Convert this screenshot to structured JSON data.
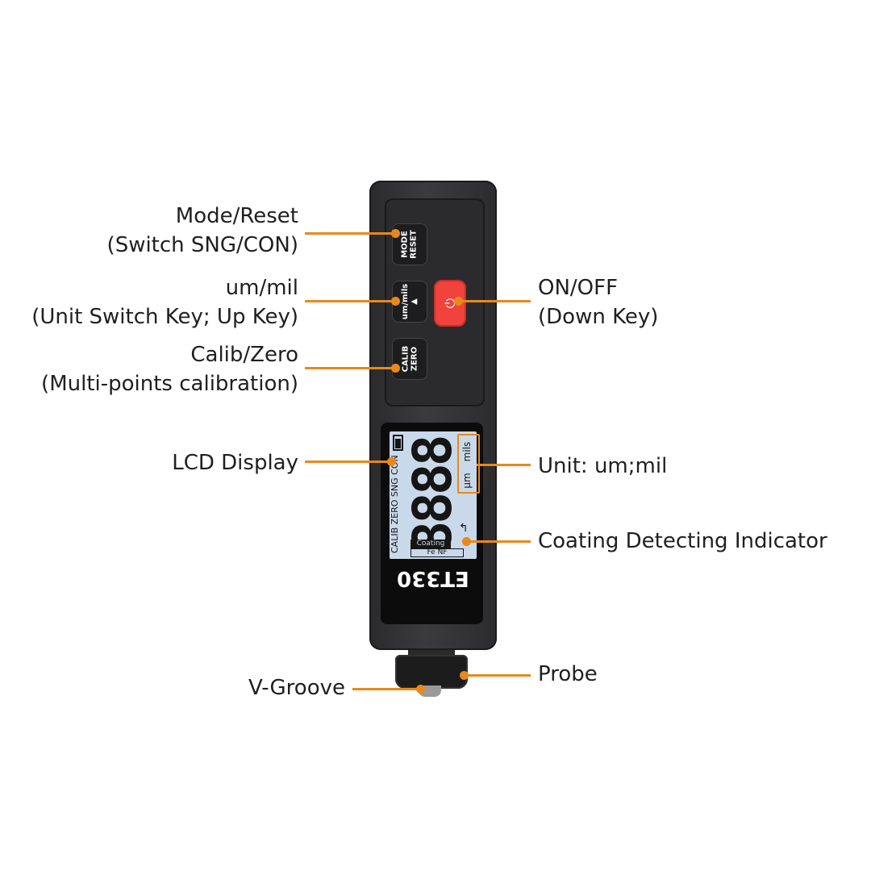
{
  "colors": {
    "accent": "#e8891a",
    "device": "#2f2f31",
    "power_key": "#f0433d",
    "lcd": "#c9d9ea"
  },
  "labels": {
    "mode_reset": {
      "line1": "Mode/Reset",
      "line2": "(Switch SNG/CON)"
    },
    "um_mil": {
      "line1": "um/mil",
      "line2": "(Unit Switch Key; Up Key)"
    },
    "calib_zero": {
      "line1": "Calib/Zero",
      "line2": "(Multi-points calibration)"
    },
    "lcd_display": "LCD Display",
    "on_off": {
      "line1": "ON/OFF",
      "line2": "(Down Key)"
    },
    "unit": "Unit: um;mil",
    "coating_indicator": "Coating Detecting Indicator",
    "v_groove": "V-Groove",
    "probe": "Probe"
  },
  "device": {
    "key_mode": {
      "line1": "MODE",
      "line2": "RESET"
    },
    "key_unit": {
      "line1": "um/mils",
      "line2": "▲"
    },
    "key_calib": {
      "line1": "CALIB",
      "line2": "ZERO"
    },
    "power_symbol": "⏻",
    "lcd": {
      "digits": "8888",
      "modes": "CALIB ZERO SNG CON",
      "unit_mils": "mils",
      "unit_um": "µm",
      "coating": "Coating",
      "fe_nf": "Fe NF"
    },
    "model": "ET330"
  }
}
